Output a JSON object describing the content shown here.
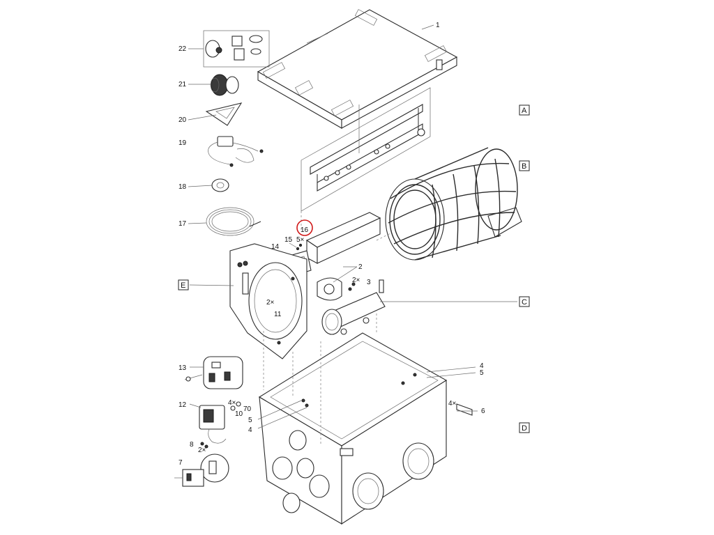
{
  "part_labels": {
    "p1": "1",
    "p2": "2",
    "p3": "3",
    "p4a": "4",
    "p5a": "5",
    "p6": "6",
    "p4b": "4",
    "p5b": "5",
    "p7": "7",
    "p8": "8",
    "p10": "10",
    "p11": "11",
    "p12": "12",
    "p13": "13",
    "p14": "14",
    "p15": "15",
    "p16": "16",
    "p17": "17",
    "p18": "18",
    "p19": "19",
    "p20": "20",
    "p21": "21",
    "p22": "22",
    "p70": "70"
  },
  "quantities": {
    "q15": "5×",
    "q3": "2×",
    "q11": "2×",
    "q6": "4×",
    "q10": "4×",
    "q8": "2×"
  },
  "sections": {
    "A": "A",
    "B": "B",
    "C": "C",
    "D": "D",
    "E": "E"
  },
  "highlight": {
    "part": "16",
    "color": "#d01818"
  }
}
